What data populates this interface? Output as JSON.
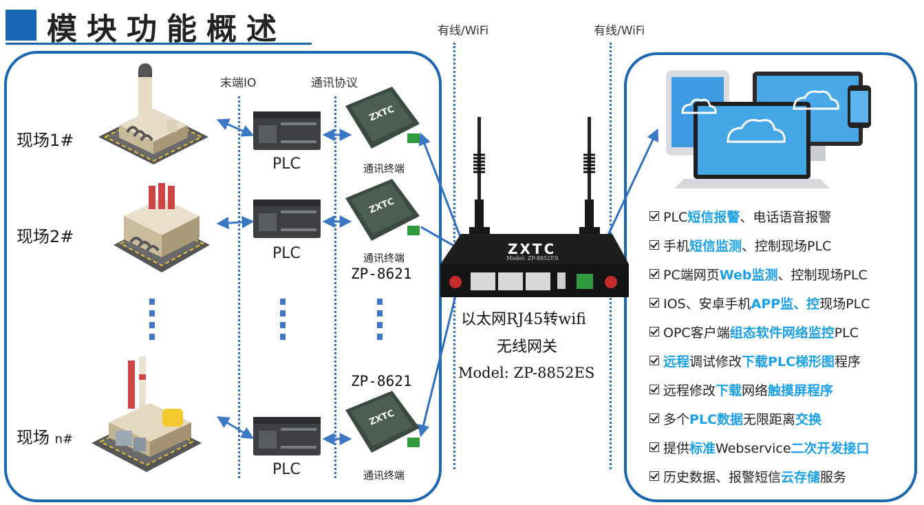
{
  "title": "模块功能概述",
  "network": {
    "left_label": "有线/WiFi",
    "right_label": "有线/WiFi"
  },
  "columns": {
    "io": "末端IO",
    "protocol": "通讯协议"
  },
  "sites": [
    {
      "label": "现场1#"
    },
    {
      "label": "现场2#"
    },
    {
      "label": "现场 ",
      "sub": "n#"
    }
  ],
  "plc_label": "PLC",
  "terminal_label": "通讯终端",
  "terminal_models": [
    "ZP-8621",
    "ZP-8621"
  ],
  "device_brand": "ZXTC",
  "gateway": {
    "brand": "ZXTC",
    "model_small": "Model: ZP-8852ES",
    "line1": "以太网RJ45转wifi",
    "line2": "无线网关",
    "line3": "Model: ZP-8852ES"
  },
  "features": [
    [
      {
        "t": "PLC"
      },
      {
        "t": "短信报警",
        "h": true
      },
      {
        "t": "、电话语音报警"
      }
    ],
    [
      {
        "t": "手机"
      },
      {
        "t": "短信监测",
        "h": true
      },
      {
        "t": "、控制现场PLC"
      }
    ],
    [
      {
        "t": "PC端网页"
      },
      {
        "t": "Web监测",
        "h": true
      },
      {
        "t": "、控制现场PLC"
      }
    ],
    [
      {
        "t": "IOS、安卓手机"
      },
      {
        "t": "APP监、控",
        "h": true
      },
      {
        "t": "现场PLC"
      }
    ],
    [
      {
        "t": "OPC客户端"
      },
      {
        "t": "组态软件网络监控",
        "h": true
      },
      {
        "t": "PLC"
      }
    ],
    [
      {
        "t": "远程",
        "h": true
      },
      {
        "t": "调试修改"
      },
      {
        "t": "下载PLC梯形图",
        "h": true
      },
      {
        "t": "程序"
      }
    ],
    [
      {
        "t": "远程修改"
      },
      {
        "t": "下载",
        "h": true
      },
      {
        "t": "网络"
      },
      {
        "t": "触摸屏程序",
        "h": true
      }
    ],
    [
      {
        "t": "多个"
      },
      {
        "t": "PLC数据",
        "h": true
      },
      {
        "t": "无限距离"
      },
      {
        "t": "交换",
        "h": true
      }
    ],
    [
      {
        "t": "提供"
      },
      {
        "t": "标准",
        "h": true
      },
      {
        "t": "Webservice"
      },
      {
        "t": "二次开发接口",
        "h": true
      }
    ],
    [
      {
        "t": "历史数据、报警短信"
      },
      {
        "t": "云存储",
        "h": true
      },
      {
        "t": "服务"
      }
    ]
  ],
  "colors": {
    "accent": "#1a66b3",
    "highlight": "#1aa0e6"
  }
}
